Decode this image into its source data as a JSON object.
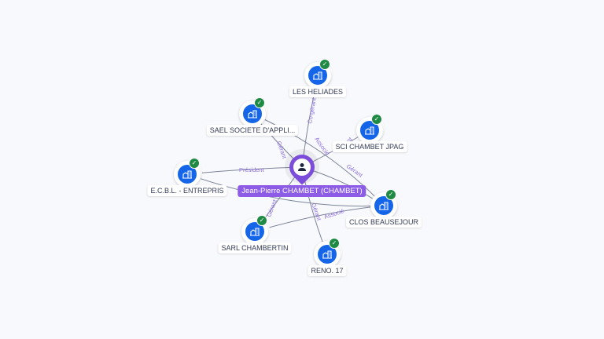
{
  "center": {
    "label": "Jean-Pierre CHAMBET (CHAMBET)",
    "icon": "person-icon",
    "color": "#8c5ce6"
  },
  "nodes": [
    {
      "id": "heliades",
      "label": "LES HELIADES",
      "icon": "building-icon",
      "verified": true
    },
    {
      "id": "sael",
      "label": "SAEL SOCIETE D'APPLI...",
      "icon": "building-icon",
      "verified": true
    },
    {
      "id": "sci",
      "label": "SCI CHAMBET JPAG",
      "icon": "building-icon",
      "verified": true
    },
    {
      "id": "ecbl",
      "label": "E.C.B.L. - ENTREPRIS",
      "icon": "building-icon",
      "verified": true
    },
    {
      "id": "clos",
      "label": "CLOS BEAUSEJOUR",
      "icon": "building-icon",
      "verified": true
    },
    {
      "id": "sarl",
      "label": "SARL CHAMBERTIN",
      "icon": "building-icon",
      "verified": true
    },
    {
      "id": "reno",
      "label": "RENO. 17",
      "icon": "building-icon",
      "verified": true
    }
  ],
  "edges": [
    {
      "to": "heliades",
      "label": "Co-gérant"
    },
    {
      "to": "sael",
      "label": "Gérant"
    },
    {
      "to": "sci",
      "label": "Gérant"
    },
    {
      "to": "ecbl",
      "label": "Président"
    },
    {
      "to": "clos",
      "label": "Gérant"
    },
    {
      "to": "clos",
      "label": "Associé"
    },
    {
      "to": "sarl",
      "label": "Gérant"
    },
    {
      "to": "reno",
      "label": "Gérant"
    },
    {
      "to": "clos",
      "label": "Associé"
    }
  ]
}
